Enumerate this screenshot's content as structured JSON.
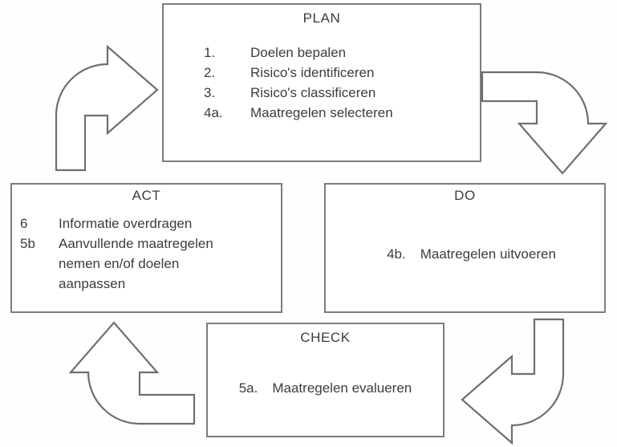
{
  "diagram": {
    "type": "pdca-cycle",
    "direction": "clockwise",
    "language": "nl"
  },
  "nodes": {
    "plan": {
      "title": "PLAN",
      "items": [
        {
          "num": "1.",
          "text": "Doelen bepalen"
        },
        {
          "num": "2.",
          "text": "Risico's identificeren"
        },
        {
          "num": "3.",
          "text": "Risico's classificeren"
        },
        {
          "num": "4a.",
          "text": "Maatregelen selecteren"
        }
      ]
    },
    "act": {
      "title": "ACT",
      "items": [
        {
          "num": "6",
          "text": "Informatie overdragen"
        },
        {
          "num": "5b",
          "text": "Aanvullende maatregelen"
        }
      ],
      "continuation": [
        "nemen en/of doelen",
        "aanpassen"
      ]
    },
    "do": {
      "title": "DO",
      "items": [
        {
          "num": "4b.",
          "text": "Maatregelen uitvoeren"
        }
      ]
    },
    "check": {
      "title": "CHECK",
      "items": [
        {
          "num": "5a.",
          "text": "Maatregelen evalueren"
        }
      ]
    }
  },
  "arrows": [
    {
      "name": "act-to-plan",
      "from": "ACT",
      "to": "PLAN",
      "direction": "right"
    },
    {
      "name": "plan-to-do",
      "from": "PLAN",
      "to": "DO",
      "direction": "down"
    },
    {
      "name": "do-to-check",
      "from": "DO",
      "to": "CHECK",
      "direction": "left"
    },
    {
      "name": "check-to-act",
      "from": "CHECK",
      "to": "ACT",
      "direction": "up"
    }
  ],
  "colors": {
    "background": "#fefefe",
    "box_border": "#7c7c7c",
    "arrow_stroke": "#6f6f6f",
    "arrow_fill": "#ffffff",
    "text": "#3c3c3c"
  }
}
